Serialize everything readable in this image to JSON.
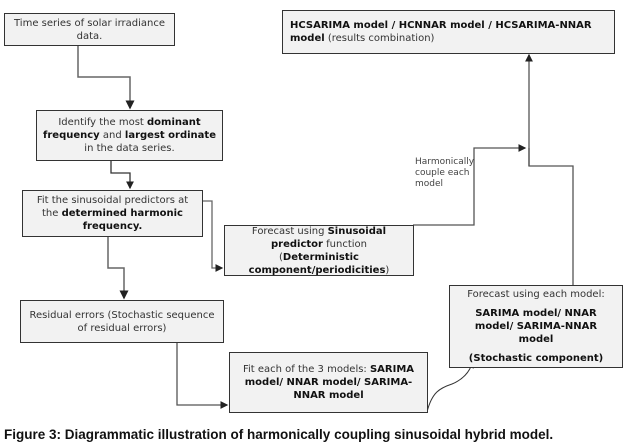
{
  "diagram": {
    "nodes": {
      "time_series": {
        "parts": [
          {
            "text": "Time series of solar irradiance data.",
            "bold": false
          }
        ]
      },
      "identify": {
        "parts": [
          {
            "text": "Identify the most ",
            "bold": false
          },
          {
            "text": "dominant frequency",
            "bold": true
          },
          {
            "text": " and ",
            "bold": false
          },
          {
            "text": "largest ordinate",
            "bold": true
          },
          {
            "text": " in the data series.",
            "bold": false
          }
        ]
      },
      "fit_sinusoidal": {
        "parts": [
          {
            "text": "Fit the sinusoidal predictors at the ",
            "bold": false
          },
          {
            "text": "determined harmonic frequency.",
            "bold": true
          }
        ]
      },
      "forecast_sinusoidal": {
        "parts": [
          {
            "text": "Forecast using ",
            "bold": false
          },
          {
            "text": "Sinusoidal predictor",
            "bold": true
          },
          {
            "text": " function (",
            "bold": false
          },
          {
            "text": "Deterministic component/periodicities",
            "bold": true
          },
          {
            "text": ")",
            "bold": false
          }
        ]
      },
      "residual": {
        "parts": [
          {
            "text": "Residual errors (Stochastic sequence of residual errors)",
            "bold": false
          }
        ]
      },
      "fit_models": {
        "parts": [
          {
            "text": "Fit each of the 3 models: ",
            "bold": false
          },
          {
            "text": "SARIMA model/ NNAR model/ SARIMA-NNAR model",
            "bold": true
          }
        ]
      },
      "forecast_each": {
        "line1": "Forecast using each model:",
        "line2": "SARIMA model/ NNAR model/ SARIMA-NNAR model",
        "line3": "(Stochastic component)"
      },
      "combination": {
        "parts": [
          {
            "text": "HCSARIMA model / HCNNAR model / HCSARIMA-NNAR model",
            "bold": true
          },
          {
            "text": " (results combination)",
            "bold": false
          }
        ]
      }
    },
    "edge_label": "Harmonically couple each model",
    "line_color": "#555555",
    "box_fill": "#f2f2f2"
  },
  "caption": "Figure 3: Diagrammatic illustration of harmonically coupling sinusoidal hybrid model."
}
